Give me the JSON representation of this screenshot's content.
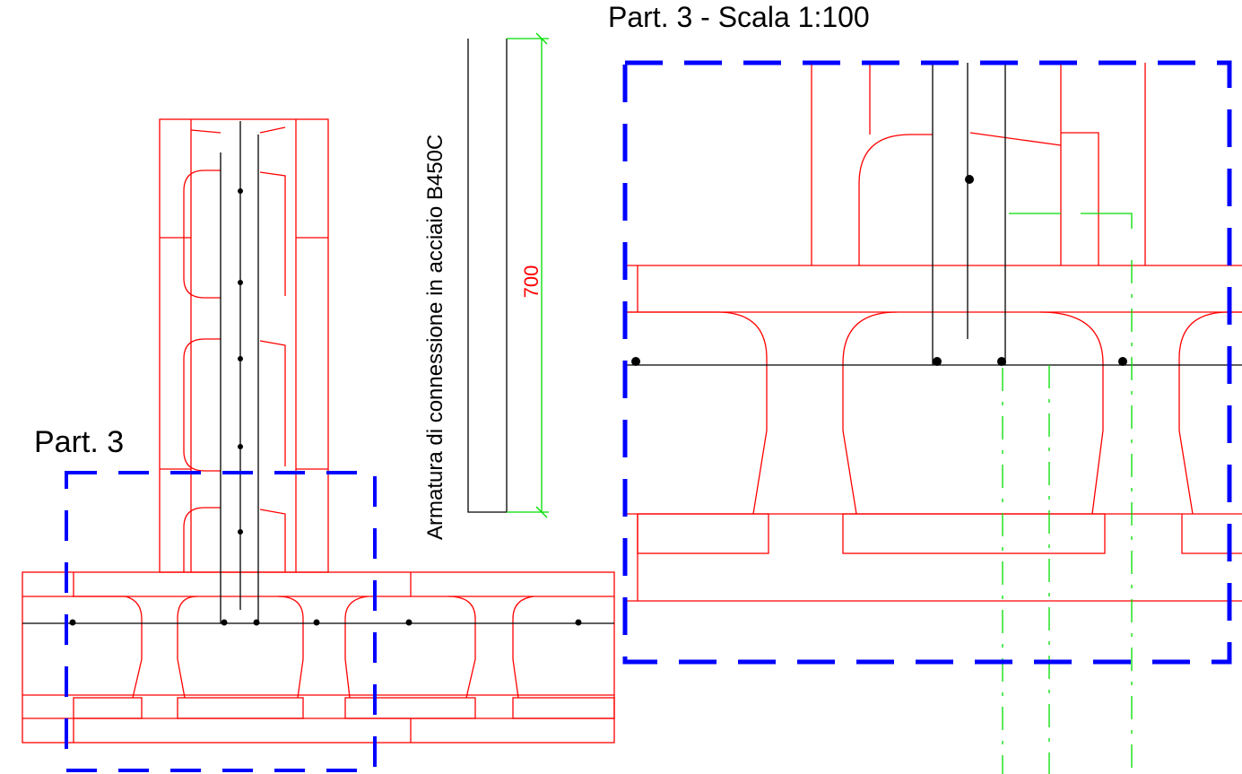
{
  "labels": {
    "part_left": "Part. 3",
    "part_right": "Part. 3 - Scala 1:100",
    "rebar_note": "Armatura di connessione in acciaio B450C",
    "dimension": "700"
  },
  "colors": {
    "blocks": "#ff0000",
    "rebar": "#000000",
    "detail_frame": "#0000ff",
    "dimension": "#00dd00"
  }
}
